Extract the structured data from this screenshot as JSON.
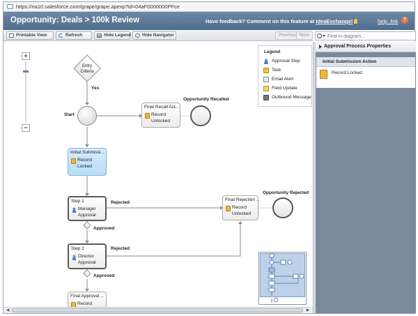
{
  "browser": {
    "url": "https://na10.salesforce.com/grape/grape.apexp?id=04aF0000000PFce"
  },
  "header": {
    "title": "Opportunity: Deals > 100k Review",
    "feedback_prefix": "Have feedback? Comment on this feature at ",
    "feedback_link": "IdeaExchange!",
    "help_label": "help_link"
  },
  "toolbar": {
    "printable_label": "Printable View",
    "refresh_label": "Refresh",
    "hide_legend_label": "Hide Legend",
    "hide_navigator_label": "Hide Navigator",
    "previous_label": "Previous",
    "next_label": "Next"
  },
  "search": {
    "placeholder": "Find in diagram..."
  },
  "zoom": {
    "plus": "+",
    "minus": "−",
    "level": 0.85
  },
  "diagram": {
    "entry_criteria": "Entry Criteria",
    "yes_label": "Yes",
    "start_label": "Start",
    "opportunity_recalled": "Opportunity Recalled",
    "final_recall": {
      "title": "Final Recall Act...",
      "action": "Record Unlocked"
    },
    "initial_submission": {
      "title": "Initial Submissi...",
      "action": "Record Locked"
    },
    "step1": {
      "title": "Step 1",
      "action": "Manager Approval"
    },
    "step2": {
      "title": "Step 2",
      "action": "Director Approval"
    },
    "rejected_label_1": "Rejected",
    "rejected_label_2": "Rejected",
    "approved_label_1": "Approved",
    "approved_label_2": "Approved",
    "final_rejection": {
      "title": "Final Rejection ...",
      "action": "Record Unlocked"
    },
    "opportunity_rejected": "Opportunity Rejected",
    "final_approval": {
      "title": "Final Approval ...",
      "action": "Record"
    }
  },
  "legend": {
    "title": "Legend",
    "items": [
      "Approval Step",
      "Task",
      "Email Alert",
      "Field Update",
      "Outbound Message"
    ]
  },
  "right_panel": {
    "header": "Approval Process Properties",
    "section": "Initial Submission Action",
    "item": "Record Locked"
  }
}
